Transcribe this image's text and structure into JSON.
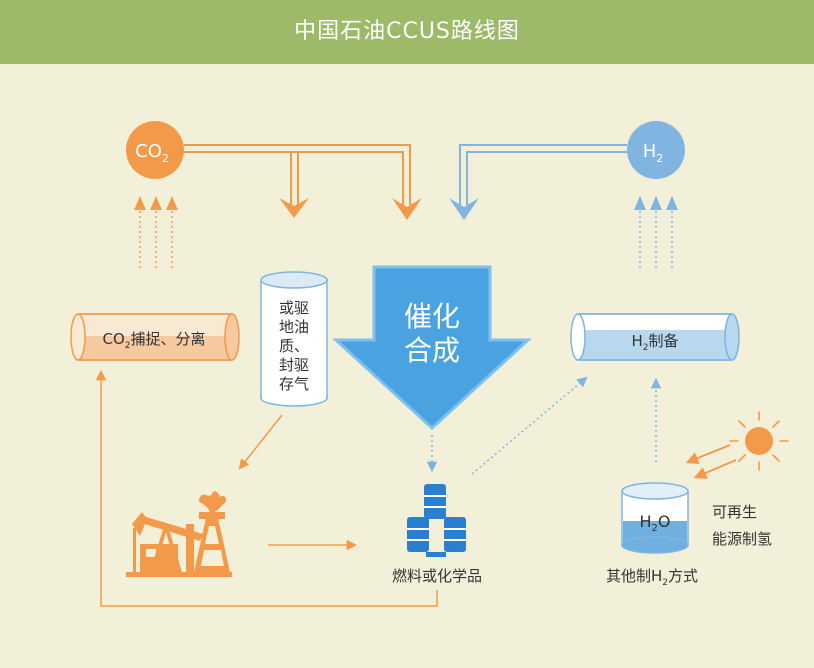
{
  "header": {
    "title": "中国石油CCUS路线图"
  },
  "nodes": {
    "co2": {
      "main": "CO",
      "sub": "2"
    },
    "h2": {
      "main": "H",
      "sub": "2"
    },
    "capture": {
      "prefix": "CO",
      "sub": "2",
      "suffix": "捕捉、分离"
    },
    "storage": {
      "line1": "或驱",
      "line2": "地油",
      "line3": "质、",
      "line4": "封驱",
      "line5": "存气"
    },
    "catalysis": {
      "line1": "催化",
      "line2": "合成"
    },
    "h2_prep": {
      "prefix": "H",
      "sub": "2",
      "suffix": "制备"
    },
    "fuel": {
      "label": "燃料或化学品"
    },
    "water": {
      "main": "H",
      "sub": "2",
      "suffix": "O"
    },
    "other_h2": {
      "prefix": "其他制H",
      "sub": "2",
      "suffix": "方式"
    },
    "renewable": {
      "line1": "可再生",
      "line2": "能源制氢"
    }
  },
  "colors": {
    "orange": "#f39a4a",
    "blue": "#7fb5e0",
    "header": "#9cba67",
    "background": "#f3f0d9",
    "catalysis": "#4aa3e0",
    "barrel": "#2a7fd0"
  }
}
